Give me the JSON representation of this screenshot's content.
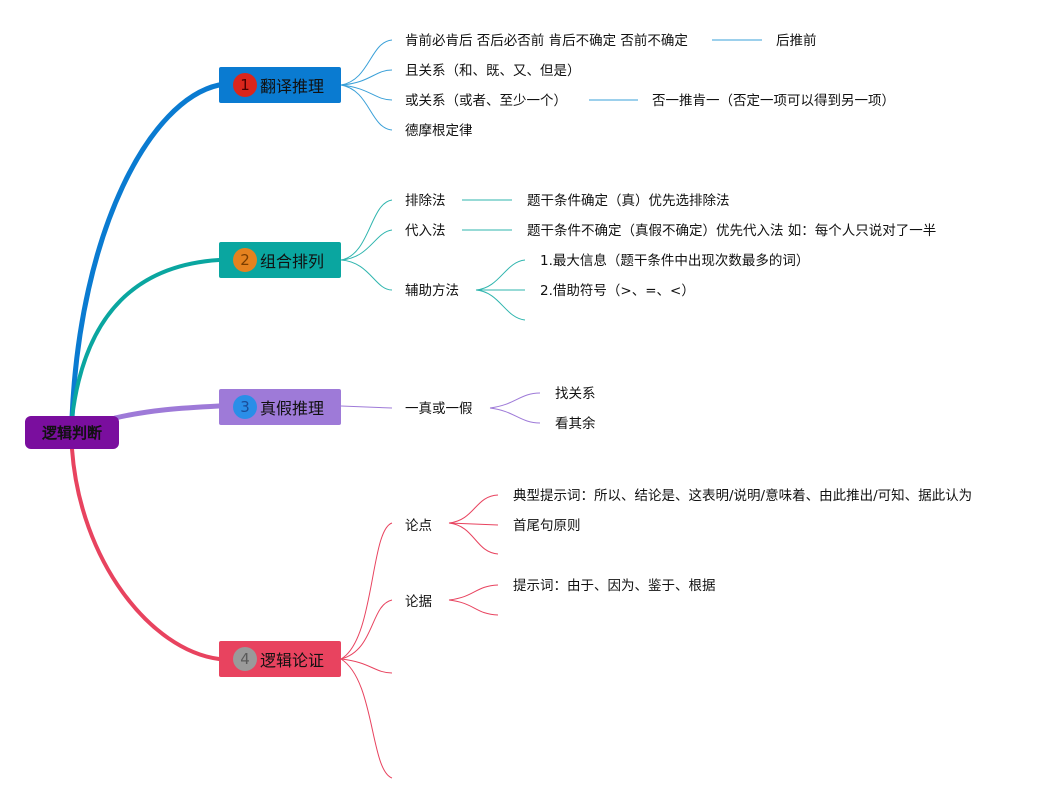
{
  "root": {
    "label": "逻辑判断",
    "color": "#7a0e9e"
  },
  "branches": [
    {
      "number": "1",
      "label": "翻译推理",
      "color": "#0a7bd1",
      "badge_color": "#d9261c",
      "badge_text_color": "#4a0000",
      "items": [
        {
          "text": "肯前必肯后 否后必否前 肯后不确定 否前不确定",
          "extra": "后推前"
        },
        {
          "text": "且关系（和、既、又、但是）"
        },
        {
          "text": "或关系（或者、至少一个）",
          "extra": "否一推肯一（否定一项可以得到另一项）"
        },
        {
          "text": "德摩根定律"
        }
      ]
    },
    {
      "number": "2",
      "label": "组合排列",
      "color": "#0aa6a0",
      "badge_color": "#e5821f",
      "badge_text_color": "#7a3d00",
      "items": [
        {
          "text": "排除法",
          "extra": "题干条件确定（真）优先选排除法"
        },
        {
          "text": "代入法",
          "extra": "题干条件不确定（真假不确定）优先代入法 如：每个人只说对了一半"
        },
        {
          "text": "辅助方法",
          "subitems": [
            "1.最大信息（题干条件中出现次数最多的词）",
            "2.借助符号（>、=、<）"
          ]
        }
      ]
    },
    {
      "number": "3",
      "label": "真假推理",
      "color": "#9e7ad8",
      "badge_color": "#2a8ee8",
      "badge_text_color": "#1a4d9a",
      "items": [
        {
          "text": "一真或一假",
          "subitems": [
            "找关系",
            "看其余"
          ]
        }
      ]
    },
    {
      "number": "4",
      "label": "逻辑论证",
      "color": "#e8435f",
      "badge_color": "#9a9a9a",
      "badge_text_color": "#5a5a5a",
      "items": [
        {
          "text": "论点",
          "subitems": [
            "典型提示词：所以、结论是、这表明/说明/意味着、由此推出/可知、据此认为",
            "首尾句原则"
          ]
        },
        {
          "text": "论据",
          "subitems": [
            "提示词：由于、因为、鉴于、根据"
          ]
        }
      ]
    }
  ]
}
